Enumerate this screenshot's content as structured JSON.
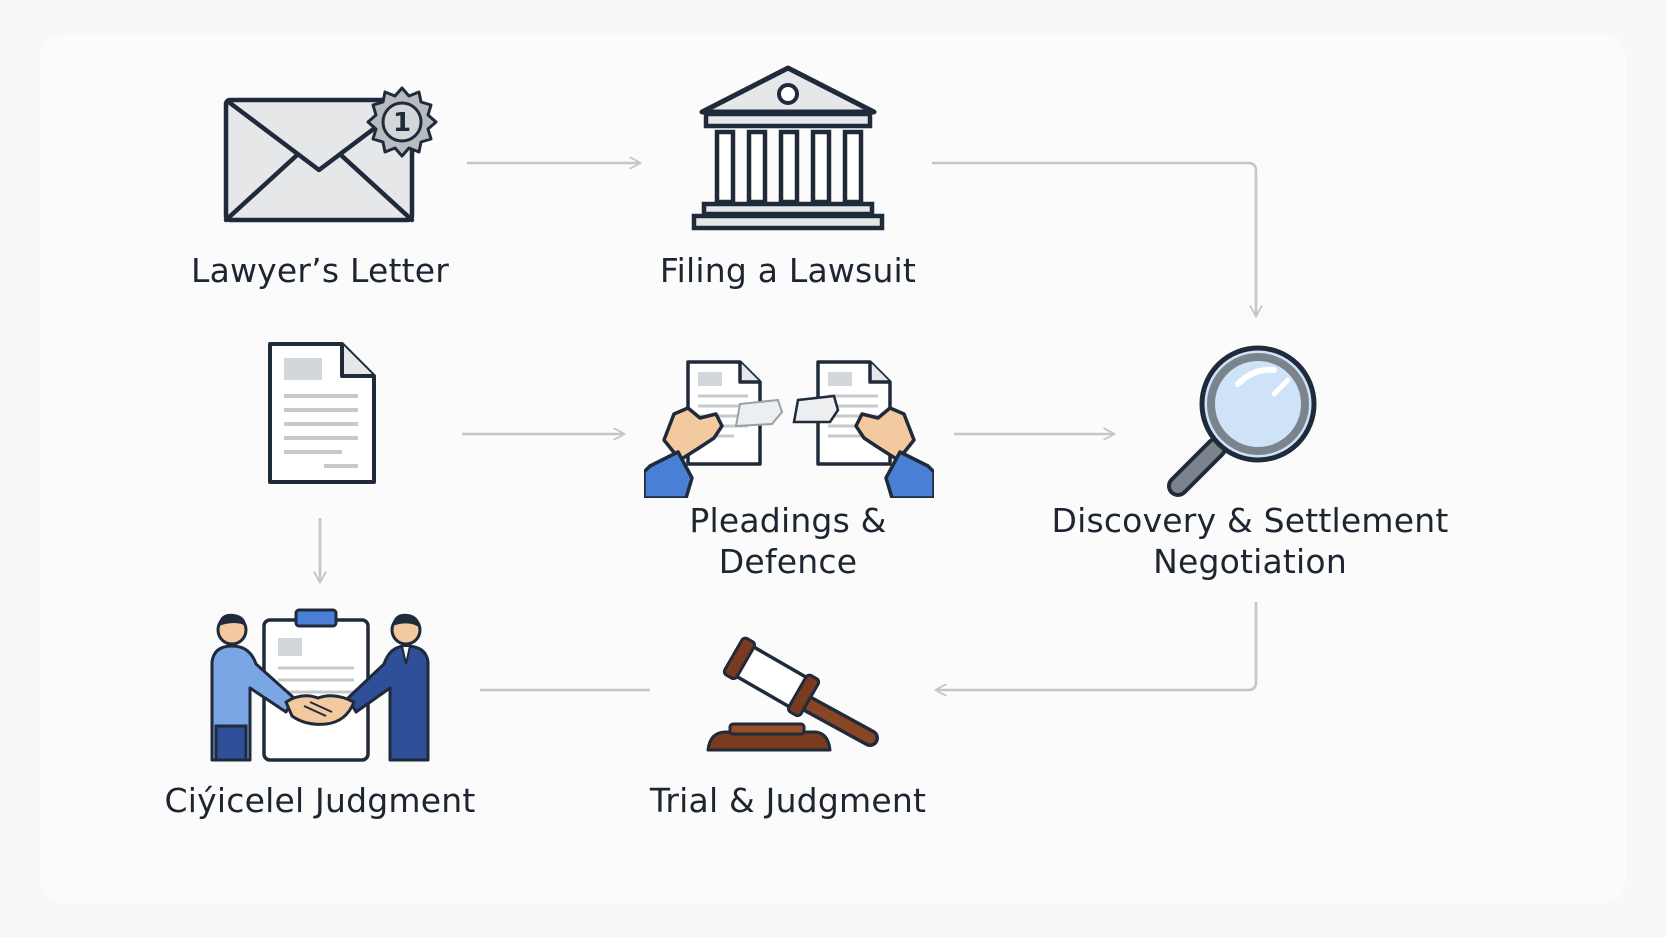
{
  "steps": {
    "lawyers_letter": {
      "label": "Lawyer’s Letter",
      "badge": "1"
    },
    "filing_lawsuit": {
      "label": "Filing a Lawsuit"
    },
    "pleadings_defence": {
      "label": "Pleadings &\nDefence"
    },
    "discovery_settlement": {
      "label": "Discovery & Settlement\nNegotiation"
    },
    "trial_judgment": {
      "label": "Trial & Judgment"
    },
    "civil_judgment": {
      "label": "Ciýicelel Judgment"
    }
  },
  "colors": {
    "stroke": "#1f2a3a",
    "icon_fill": "#e6e7e8",
    "connector": "#c4c7ca",
    "blue_accent": "#4a7fd6",
    "navy_suit": "#2f4f98",
    "light_blue_shirt": "#7aa6e6",
    "lens": "#cfe3f8",
    "gavel_brown": "#7a3a1f",
    "skin": "#f3c9a0"
  },
  "icons": {
    "lawyers_letter": "envelope-with-seal-icon",
    "filing_lawsuit": "courthouse-icon",
    "document": "document-icon",
    "pleadings_defence": "exchanging-documents-icon",
    "discovery_settlement": "magnifying-glass-icon",
    "trial_judgment": "gavel-icon",
    "civil_judgment": "handshake-agreement-icon"
  }
}
